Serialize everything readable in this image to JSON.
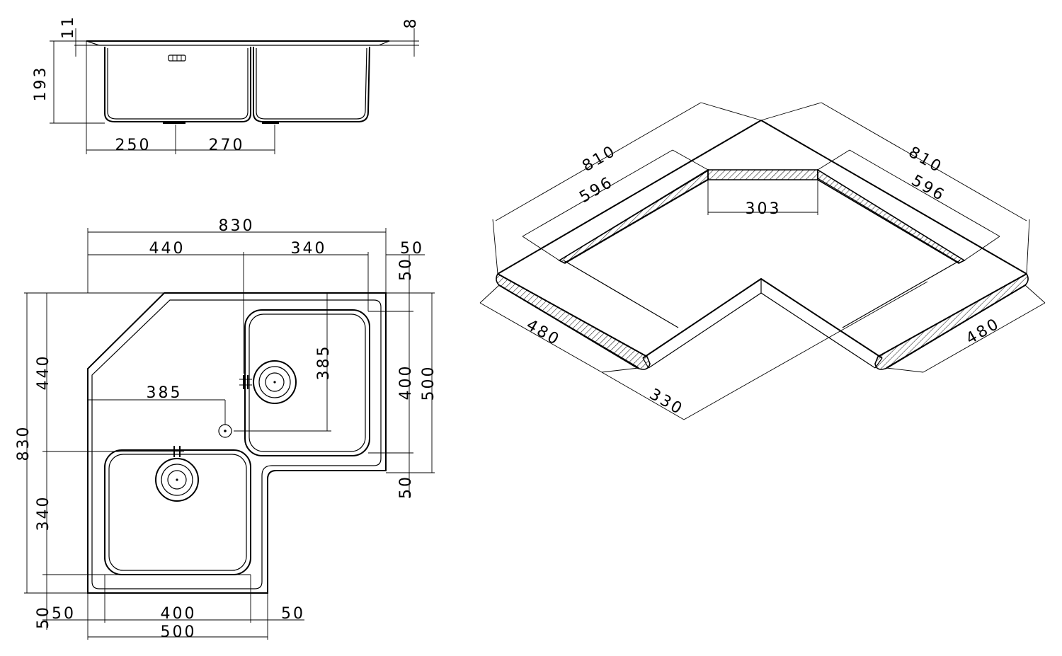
{
  "side_view": {
    "dims": {
      "lip": "11",
      "rim": "8",
      "depth": "193",
      "bowl_left": "250",
      "bowl_right": "270"
    }
  },
  "plan_view": {
    "dims": {
      "overall_width": "830",
      "left_width": "440",
      "right_width": "340",
      "top_margin": "50",
      "upper_margin": "50",
      "lower_margin": "50",
      "bowl_height": "400",
      "wing_height": "500",
      "drain_spacing": "385",
      "drain_offset": "385",
      "left_height": "440",
      "overall_height": "830",
      "lower_height": "340",
      "bottom_left_margin_v": "50",
      "bottom_left_margin_h": "50",
      "bottom_bowl_width": "400",
      "bottom_right_margin": "50",
      "bottom_overall": "500"
    }
  },
  "iso_view": {
    "dims": {
      "left_outer": "810",
      "left_inner": "596",
      "center_gap": "303",
      "right_outer": "810",
      "right_inner": "596",
      "left_depth": "480",
      "front_depth": "330",
      "right_depth": "480"
    }
  }
}
